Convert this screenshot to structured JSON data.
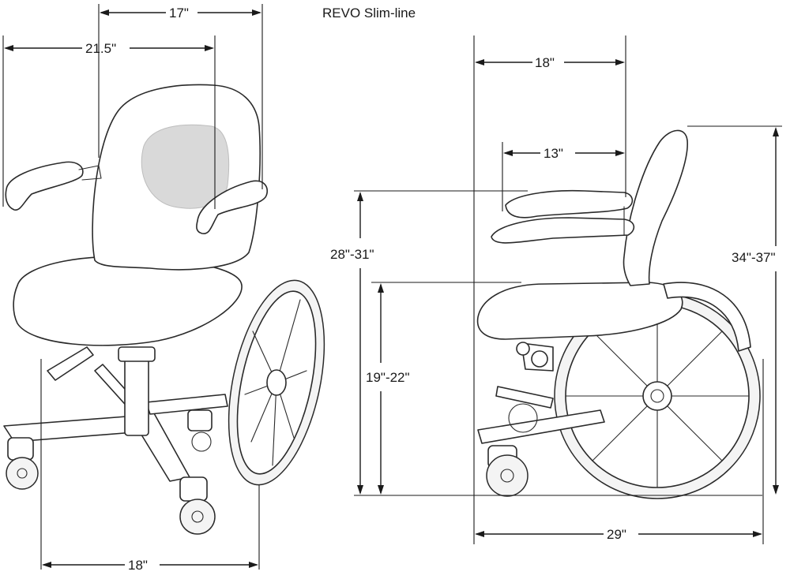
{
  "title": "REVO  Slim-line",
  "dimensions": {
    "front_top_width": "17\"",
    "front_overall_width": "21.5\"",
    "front_base_width": "18\"",
    "side_depth_top": "18\"",
    "side_armrest_length": "13\"",
    "side_arm_height": "28\"-31\"",
    "side_seat_height": "19\"-22\"",
    "side_overall_height": "34\"-37\"",
    "side_overall_length": "29\""
  }
}
